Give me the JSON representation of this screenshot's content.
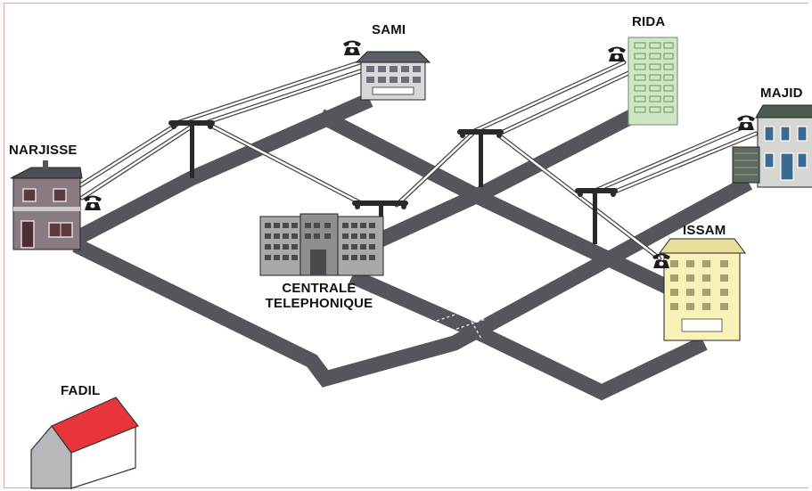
{
  "labels": {
    "sami": "SAMI",
    "rida": "RIDA",
    "majid": "MAJID",
    "narjisse": "NARJISSE",
    "issam": "ISSAM",
    "centrale_line1": "CENTRALE",
    "centrale_line2": "TELEPHONIQUE",
    "fadil": "FADIL"
  },
  "icons": {
    "telephone": "telephone-icon",
    "pole": "telephone-pole-icon",
    "house": "house-icon",
    "building": "building-icon",
    "central": "telephone-exchange-icon"
  },
  "colors": {
    "road": "#54565c",
    "cable_outline": "#4a4a4a",
    "cable_fill": "#ffffff",
    "fadil_roof": "#e8353a",
    "issam_building": "#f8f1b8",
    "rida_building": "#cfe6c6",
    "frame": "#d8a7a7"
  }
}
